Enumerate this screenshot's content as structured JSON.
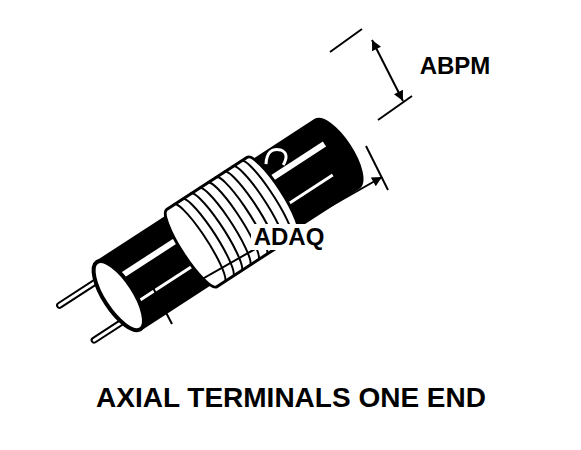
{
  "diagram": {
    "caption": "AXIAL TERMINALS ONE END",
    "labels": [
      "ABPM",
      "ADAQ"
    ]
  }
}
